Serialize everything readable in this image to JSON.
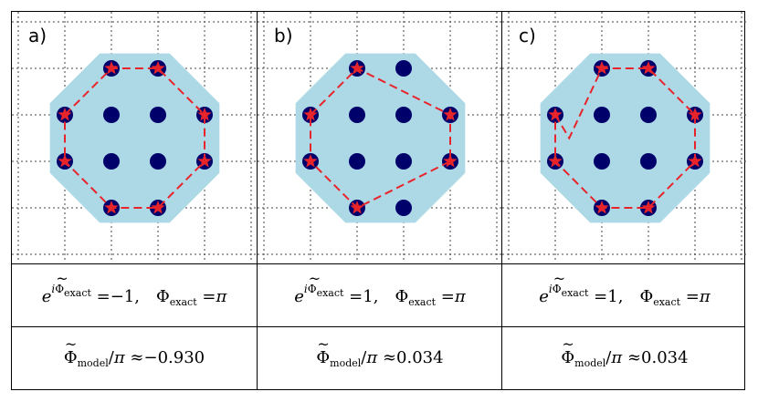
{
  "panels": [
    {
      "label": "a)",
      "path": [
        [
          0,
          1
        ],
        [
          1,
          0
        ],
        [
          2,
          0
        ],
        [
          3,
          1
        ],
        [
          3,
          2
        ],
        [
          2,
          3
        ],
        [
          1,
          3
        ],
        [
          0,
          2
        ],
        [
          0,
          1
        ]
      ],
      "exact_value": "−1",
      "model_value": "−0.930"
    },
    {
      "label": "b)",
      "path": [
        [
          0,
          1
        ],
        [
          1,
          0
        ],
        [
          3,
          1
        ],
        [
          3,
          2
        ],
        [
          1,
          3
        ],
        [
          0,
          2
        ],
        [
          0,
          1
        ]
      ],
      "exact_value": "1",
      "model_value": "0.034"
    },
    {
      "label": "c)",
      "path": [
        [
          0,
          1
        ],
        [
          0.3,
          1.5
        ],
        [
          1,
          0
        ],
        [
          2,
          0
        ],
        [
          3,
          1
        ],
        [
          3,
          2
        ],
        [
          2,
          3
        ],
        [
          1,
          3
        ],
        [
          0,
          2
        ],
        [
          0,
          1
        ]
      ],
      "exact_value": "1",
      "model_value": "0.034"
    }
  ],
  "exact_phi": "π",
  "approx_sign": "≈",
  "colors": {
    "octagon": "#add8e6",
    "atom": "#00006b",
    "star": "#e8242b",
    "path": "#e8242b"
  },
  "atoms": [
    [
      1,
      0
    ],
    [
      2,
      0
    ],
    [
      0,
      1
    ],
    [
      1,
      1
    ],
    [
      2,
      1
    ],
    [
      3,
      1
    ],
    [
      0,
      2
    ],
    [
      1,
      2
    ],
    [
      2,
      2
    ],
    [
      3,
      2
    ],
    [
      1,
      3
    ],
    [
      2,
      3
    ]
  ]
}
